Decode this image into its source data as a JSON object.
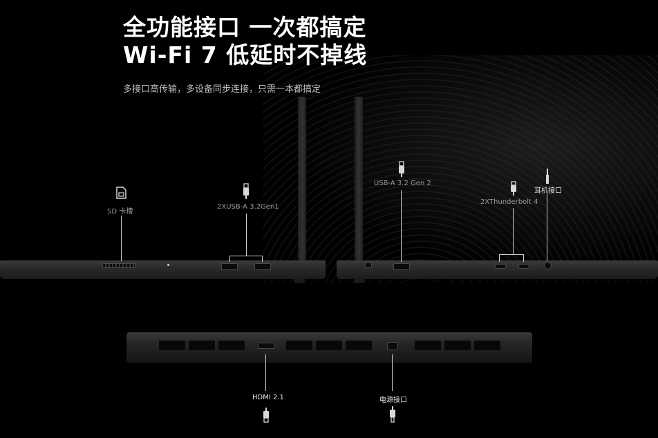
{
  "headline": {
    "line1": "全功能接口 一次都搞定",
    "line2": "Wi-Fi 7 低延时不掉线"
  },
  "subtitle": "多接口高传输，多设备同步连接，只需一本都搞定",
  "ports": {
    "sd": "SD 卡槽",
    "usb_a_left": "2XUSB-A 3.2Gen1",
    "usb_a_right": "USB-A 3.2 Gen 2",
    "thunderbolt": "2XThunderbolt 4",
    "headphone": "耳机接口",
    "hdmi": "HDMI 2.1",
    "power": "电源接口"
  },
  "icons": {
    "sd": "sd-card-icon",
    "usb_left": "usb-plug-icon",
    "usb_right": "usb-plug-icon",
    "thunderbolt": "thunderbolt-plug-icon",
    "headphone": "audio-jack-icon",
    "hdmi": "hdmi-plug-icon",
    "power": "power-plug-icon"
  }
}
